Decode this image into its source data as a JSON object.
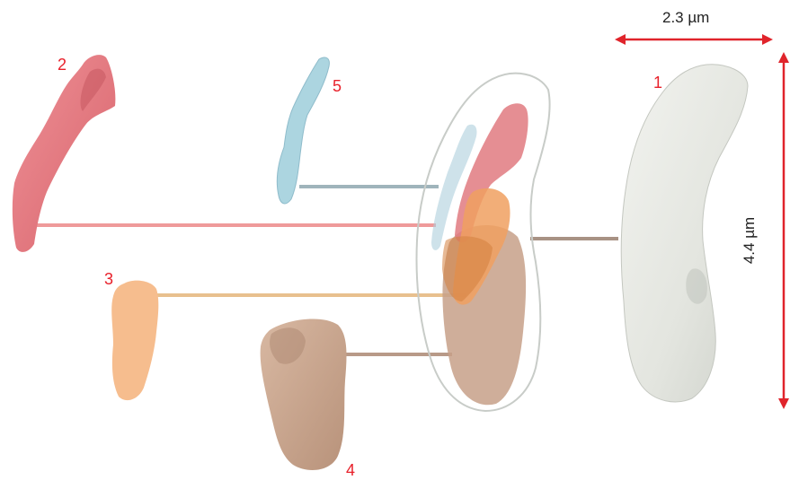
{
  "labels": {
    "part1": "1",
    "part2": "2",
    "part3": "3",
    "part4": "4",
    "part5": "5"
  },
  "dimensions": {
    "width_label": "2.3 µm",
    "height_label": "4.4 µm"
  },
  "colors": {
    "label_red": "#e8202a",
    "part1": "#e4e6e0",
    "part2": "#e07a80",
    "part3": "#f4b98a",
    "part4": "#c9a48c",
    "part5": "#a8d2de",
    "outline": "#c8ccc8"
  }
}
